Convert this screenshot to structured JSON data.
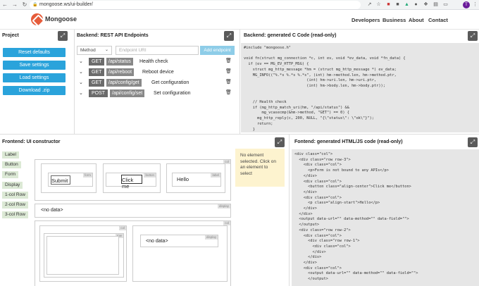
{
  "browser": {
    "url": "mongoose.ws/ui-builder/",
    "profile_initial": "T"
  },
  "header": {
    "brand": "Mongoose",
    "nav": [
      "Developers",
      "Business",
      "About",
      "Contact"
    ]
  },
  "project": {
    "title": "Project",
    "buttons": [
      "Reset defaults",
      "Save settings",
      "Load settings",
      "Download .zip"
    ]
  },
  "backend": {
    "title": "Backend: REST API Endpoints",
    "method_placeholder": "Method",
    "uri_placeholder": "Endpoint URI",
    "add_label": "Add endpoint",
    "endpoints": [
      {
        "method": "GET",
        "uri": "/api/status",
        "name": "Health check"
      },
      {
        "method": "GET",
        "uri": "/api/reboot",
        "name": "Reboot device"
      },
      {
        "method": "GET",
        "uri": "/api/config/get",
        "name": "Get configuration"
      },
      {
        "method": "POST",
        "uri": "/api/config/set",
        "name": "Set configuration"
      }
    ]
  },
  "backend_code": {
    "title": "Backend: generated C Code (read-only)",
    "code": "#include \"mongoose.h\"\n\nvoid fn(struct mg_connection *c, int ev, void *ev_data, void *fn_data) {\n  if (ev == MG_EV_HTTP_MSG) {\n    struct mg_http_message *hm = (struct mg_http_message *) ev_data;\n    MG_INFO((\"%.*s %.*s %.*s\", (int) hm->method.len, hm->method.ptr,\n                            (int) hm->uri.len, hm->uri.ptr,\n                            (int) hm->body.len, hm->body.ptr));\n\n\n    // Health check\n    if (mg_http_match_uri(hm, \"/api/status\") &&\n        mg_vcasecmp(&hm->method, \"GET\") == 0) {\n      mg_http_reply(c, 200, NULL, \"{\\\"status\\\": \\\"ok\\\"}\");\n      return;\n    }"
  },
  "constructor": {
    "title": "Frontend: UI constructor",
    "palette": [
      "Label",
      "Button",
      "Form",
      "Display",
      "1-col Row",
      "2-col Row",
      "3-col Row"
    ],
    "tags": {
      "col": "col",
      "form": "form",
      "button": "button",
      "label": "label",
      "display": "display",
      "row": "row"
    },
    "submit_label": "Submit",
    "clickme_label": "Click me",
    "hello_label": "Hello",
    "nodata_1": "<no data>",
    "nodata_2": "<no data>",
    "info": "No element selected. Click on an element to select"
  },
  "frontend_code": {
    "title": "Fontend: generated HTML/JS code (read-only)",
    "code": "<div class=\"col\">\n  <div class=\"row row-3\">\n    <div class=\"col\">\n      <p>Form is not bound to any APIs</p>\n    </div>\n    <div class=\"col\">\n      <button class=\"align-center\">Click me</button>\n    </div>\n    <div class=\"col\">\n      <p class=\"align-start\">Hello</p>\n    </div>\n  </div>\n  <output data-url=\"\" data-method=\"\" data-field=\"\">\n  </output>\n  <div class=\"row row-2\">\n    <div class=\"col\">\n      <div class=\"row row-1\">\n        <div class=\"col\">\n        </div>\n      </div>\n    </div>\n    <div class=\"col\">\n      <output data-url=\"\" data-method=\"\" data-field=\"\">\n      </output>"
  }
}
